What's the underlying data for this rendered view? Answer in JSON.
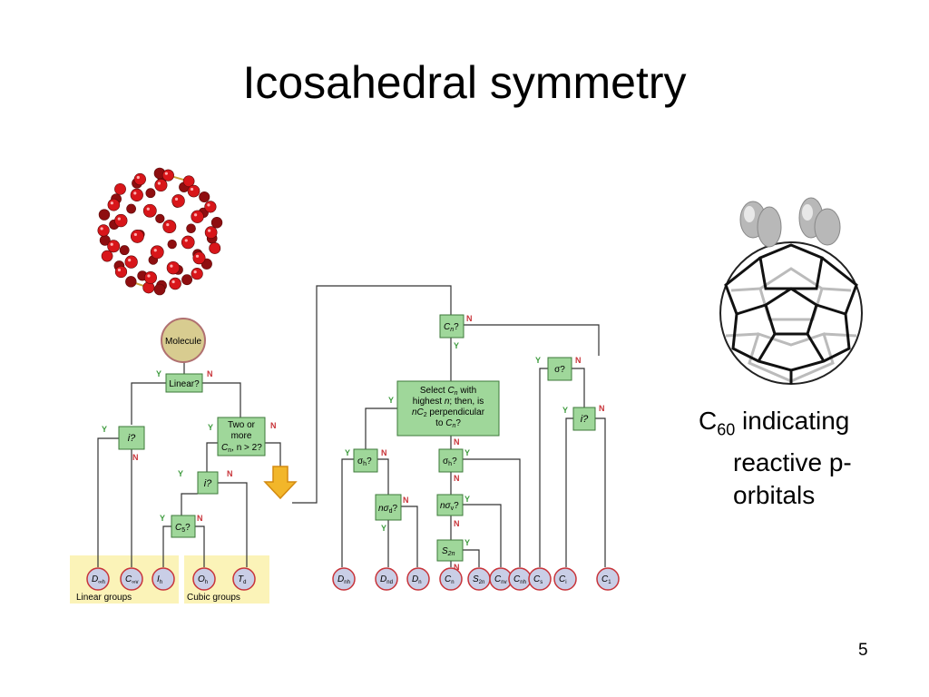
{
  "title": "Icosahedral symmetry",
  "caption": {
    "symbol": "C",
    "subscript": "60",
    "line1": " indicating",
    "line2": "reactive p-",
    "line3": "orbitals"
  },
  "page_number": "5",
  "flowchart": {
    "start": "Molecule",
    "yes_label": "Y",
    "no_label": "N",
    "left_questions": {
      "linear": "Linear?",
      "inversion": "i?",
      "two_or_more_1": "Two or",
      "two_or_more_2": "more",
      "two_or_more_3a": "C",
      "two_or_more_3b": "n",
      "two_or_more_3c": ", n > 2?",
      "inversion2": "i?",
      "c5_main": "C",
      "c5_sub": "5",
      "c5_q": "?"
    },
    "right_questions": {
      "cn_main": "C",
      "cn_sub": "n",
      "cn_q": "?",
      "select_1a": "Select ",
      "select_1b": "C",
      "select_1c": "n",
      "select_1d": " with",
      "select_2a": "highest ",
      "select_2b": "n",
      "select_2c": "; then, is",
      "select_3a": "n",
      "select_3b": "C",
      "select_3c": "2",
      "select_3d": " perpendicular",
      "select_4a": "to ",
      "select_4b": "C",
      "select_4c": "n",
      "select_4d": "?",
      "sigma": "σ?",
      "i_q": "i?",
      "sigma_h_l": "σ",
      "sigma_h_l_sub": "h",
      "sigma_h_l_q": "?",
      "sigma_h_r": "σ",
      "sigma_h_r_sub": "h",
      "sigma_h_r_q": "?",
      "n_sigma_d_a": "nσ",
      "n_sigma_d_sub": "d",
      "n_sigma_d_q": "?",
      "n_sigma_v_a": "nσ",
      "n_sigma_v_sub": "v",
      "n_sigma_v_q": "?",
      "s2n_main": "S",
      "s2n_sub": "2n"
    },
    "group_boxes": {
      "linear": "Linear groups",
      "cubic": "Cubic groups"
    },
    "terminals": [
      {
        "main": "D",
        "sub": "∞h"
      },
      {
        "main": "C",
        "sub": "∞v"
      },
      {
        "main": "I",
        "sub": "h"
      },
      {
        "main": "O",
        "sub": "h"
      },
      {
        "main": "T",
        "sub": "d"
      },
      {
        "main": "D",
        "sub": "nh"
      },
      {
        "main": "D",
        "sub": "nd"
      },
      {
        "main": "D",
        "sub": "n"
      },
      {
        "main": "C",
        "sub": "n"
      },
      {
        "main": "S",
        "sub": "2n"
      },
      {
        "main": "C",
        "sub": "nv"
      },
      {
        "main": "C",
        "sub": "nh"
      },
      {
        "main": "C",
        "sub": "s"
      },
      {
        "main": "C",
        "sub": "i"
      },
      {
        "main": "C",
        "sub": "1"
      }
    ]
  },
  "colors": {
    "box_fill": "#9fd79a",
    "box_stroke": "#3e7a3a",
    "terminal_fill": "#c9cee6",
    "terminal_stroke": "#c8343a",
    "start_fill": "#d8cc90",
    "start_stroke": "#b07070",
    "group_fill": "#fbf3b8",
    "yes_color": "#3e9b3e",
    "no_color": "#c8343a",
    "arrow_fill": "#f2b62a"
  },
  "illustrations": {
    "left": "buckyball-molecule-icon",
    "right": "c60-orbitals-icon"
  }
}
